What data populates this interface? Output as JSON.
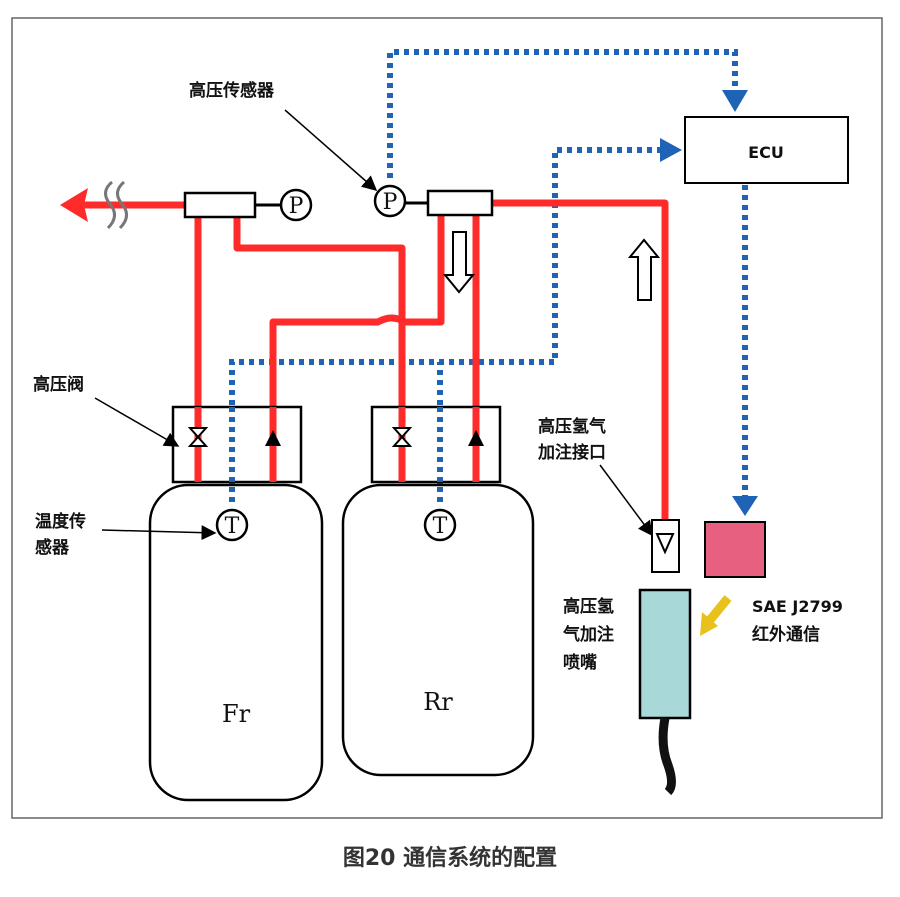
{
  "labels": {
    "pressure_sensor": "高压传感器",
    "pressure_symbol": "P",
    "ecu": "ECU",
    "high_pressure_valve": "高压阀",
    "temp_sensor_line1": "温度传",
    "temp_sensor_line2": "感器",
    "temp_symbol": "T",
    "receptacle_line1": "高压氢气",
    "receptacle_line2": "加注接口",
    "nozzle_line1": "高压氢",
    "nozzle_line2": "气加注",
    "nozzle_line3": "喷嘴",
    "ir_line1": "SAE J2799",
    "ir_line2": "红外通信",
    "tank_front": "Fr",
    "tank_rear": "Rr"
  },
  "caption": "图20 通信系统的配置",
  "colors": {
    "hydrogen_line": "#ff2b2b",
    "signal_line": "#1e63b5",
    "ir_box": "#e8607f",
    "nozzle": "#a8d8d8",
    "arrow_ir": "#e8c21a"
  }
}
